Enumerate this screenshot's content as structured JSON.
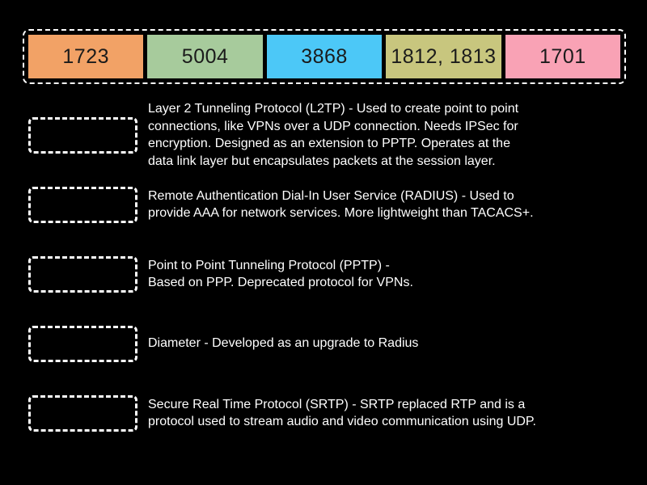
{
  "theme": {
    "background": "#000000",
    "border_color": "#ffffff",
    "description_text_color": "#ffffff",
    "tile_text_color": "#1b1b1b"
  },
  "answer_bank": {
    "tiles": [
      {
        "label": "1723",
        "color": "#f2a266"
      },
      {
        "label": "5004",
        "color": "#a7cb9c"
      },
      {
        "label": "3868",
        "color": "#4cc8f7"
      },
      {
        "label": "1812, 1813",
        "color": "#c8c67e"
      },
      {
        "label": "1701",
        "color": "#f9a2b5"
      }
    ]
  },
  "questions": [
    {
      "description": "Layer 2 Tunneling Protocol (L2TP) - Used to create point to point\nconnections, like VPNs over a UDP connection. Needs IPSec for\nencryption. Designed as an extension to PPTP. Operates at the\ndata link layer but encapsulates packets at the session layer."
    },
    {
      "description": "Remote Authentication Dial-In User Service (RADIUS) - Used to\nprovide AAA for network services. More lightweight than TACACS+."
    },
    {
      "description": "Point to Point Tunneling Protocol (PPTP) -\nBased on PPP. Deprecated protocol for VPNs."
    },
    {
      "description": "Diameter - Developed as an upgrade to Radius"
    },
    {
      "description": "Secure Real Time Protocol (SRTP) - SRTP replaced RTP and is a\nprotocol used to stream audio and video communication using UDP."
    }
  ]
}
